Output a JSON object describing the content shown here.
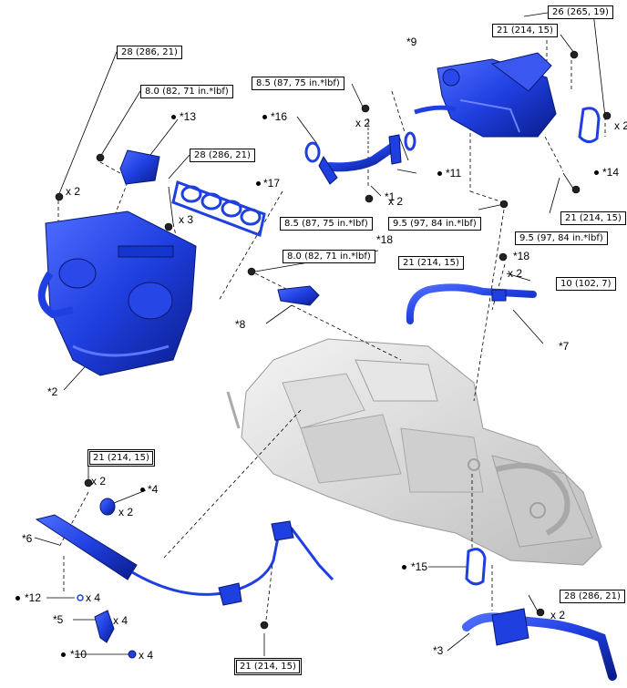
{
  "diagram": {
    "torque_specs": {
      "t26": "26 (265, 19)",
      "t21_top": "21 (214, 15)",
      "t28_left": "28 (286, 21)",
      "t8_0_top": "8.0 (82, 71 in.*lbf)",
      "t8_5_top": "8.5 (87, 75 in.*lbf)",
      "t28_mid": "28 (286, 21)",
      "t8_5_mid": "8.5 (87, 75 in.*lbf)",
      "t9_5_left": "9.5 (97, 84 in.*lbf)",
      "t21_right": "21 (214, 15)",
      "t9_5_right": "9.5 (97, 84 in.*lbf)",
      "t8_0_mid": "8.0 (82, 71 in.*lbf)",
      "t21_mid": "21 (214, 15)",
      "t10": "10 (102, 7)",
      "t21_bl": "21 (214, 15)",
      "t28_br": "28 (286, 21)",
      "t21_bottom": "21 (214, 15)"
    },
    "part_labels": {
      "p9": "*9",
      "p13": "*13",
      "p16": "*16",
      "p17": "*17",
      "p1": "*1",
      "p11": "*11",
      "p14": "*14",
      "p18a": "*18",
      "p18b": "*18",
      "p8": "*8",
      "p7": "*7",
      "p2": "*2",
      "p4": "*4",
      "p6": "*6",
      "p15": "*15",
      "p12": "*12",
      "p5": "*5",
      "p10": "*10",
      "p3": "*3"
    },
    "quantities": {
      "q_2_a": "x 2",
      "q_2_b": "x 2",
      "q_3": "x 3",
      "q_2_c": "x 2",
      "q_2_d": "x 2",
      "q_2_e": "x 2",
      "q_2_f": "x 2",
      "q_2_g": "x 2",
      "q_4_a": "x 4",
      "q_4_b": "x 4",
      "q_4_c": "x 4",
      "q_2_h": "x 2"
    },
    "colors": {
      "part_blue": "#1f3fe0",
      "part_blue_dark": "#0a1c8a",
      "engine_gray": "#d9d9d9",
      "line": "#000000"
    }
  }
}
